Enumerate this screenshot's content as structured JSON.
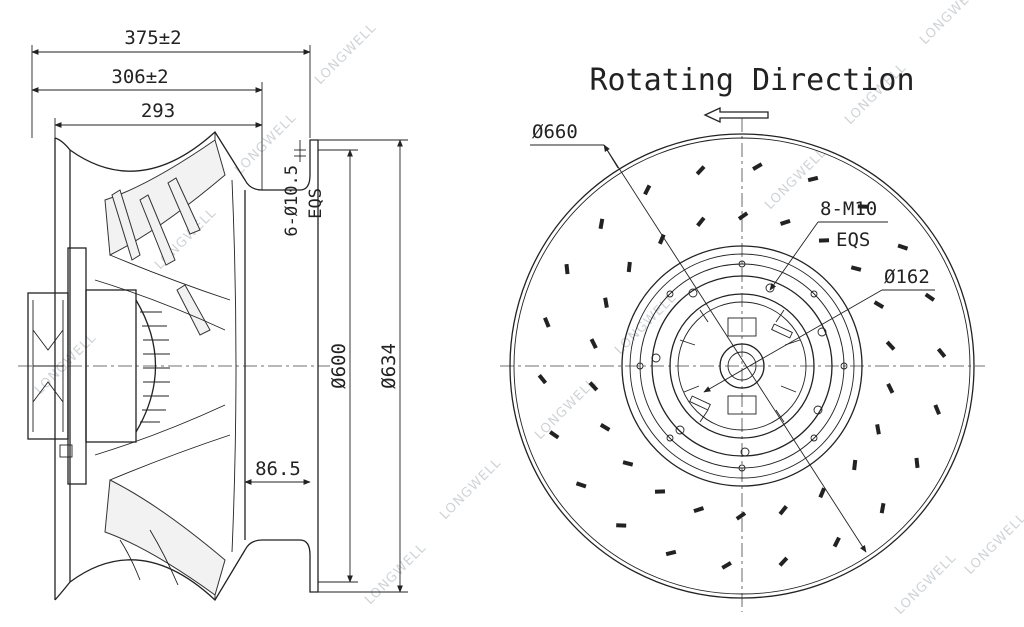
{
  "side_view": {
    "dim_overall_width": "375±2",
    "dim_mid_width": "306±2",
    "dim_inner_width": "293",
    "dim_mount_holes": "6-Ø10.5",
    "dim_mount_holes_note": "EQS",
    "dim_outer_height": "Ø634",
    "dim_inner_height": "Ø600",
    "dim_inlet_depth": "86.5"
  },
  "front_view": {
    "title": "Rotating Direction",
    "dim_impeller_diameter": "Ø660",
    "dim_bolt_pattern": "8-M10",
    "dim_bolt_pattern_note": "EQS",
    "dim_hub_diameter": "Ø162"
  },
  "watermark": "LONGWELL",
  "colors": {
    "line": "#222222",
    "background": "#ffffff",
    "watermark": "#cfd3d6"
  }
}
